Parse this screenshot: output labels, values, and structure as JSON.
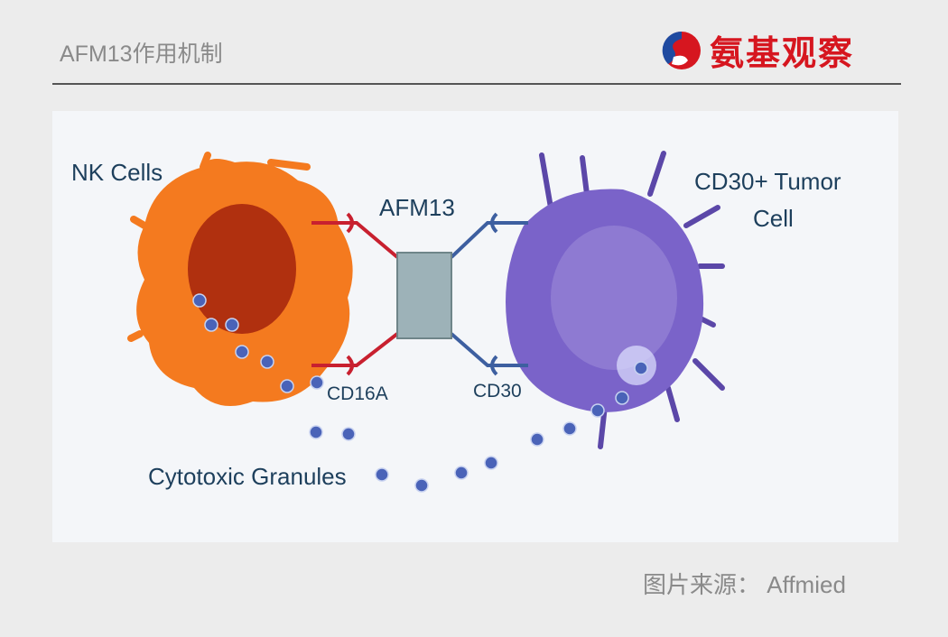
{
  "header": {
    "title": "AFM13作用机制",
    "logo_text": "氨基观察"
  },
  "diagram": {
    "labels": {
      "nk_cells": "NK Cells",
      "afm13": "AFM13",
      "tumor_line1": "CD30+ Tumor",
      "tumor_line2": "Cell",
      "cd16a": "CD16A",
      "cd30": "CD30",
      "granules": "Cytotoxic Granules"
    },
    "colors": {
      "nk_cell": "#f47a1f",
      "nucleus": "#b0300f",
      "tumor_cell": "#7a63c9",
      "antibody_box": "#9db2b8",
      "granule": "#4a63b8"
    }
  },
  "footer": {
    "source": "图片来源：  Affmied"
  }
}
